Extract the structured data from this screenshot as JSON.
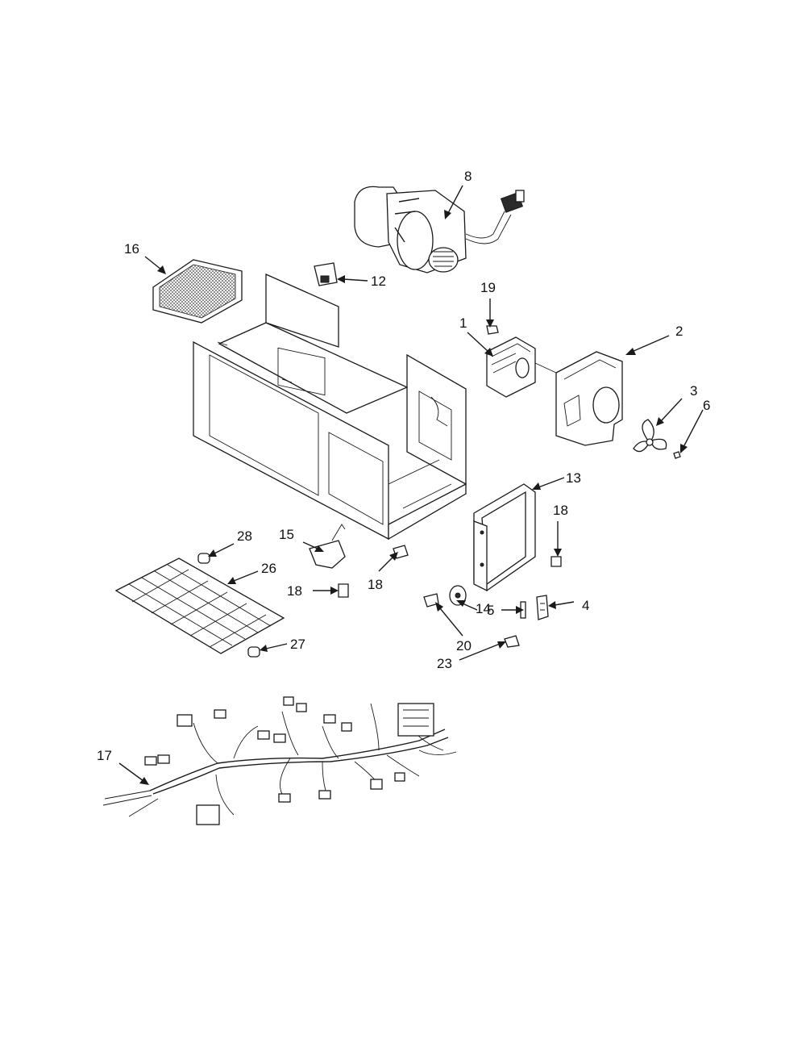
{
  "labels": {
    "l1": "1",
    "l2": "2",
    "l3": "3",
    "l4": "4",
    "l5": "5",
    "l6": "6",
    "l8": "8",
    "l12": "12",
    "l13": "13",
    "l14": "14",
    "l15": "15",
    "l16": "16",
    "l17": "17",
    "l18a": "18",
    "l18b": "18",
    "l18c": "18",
    "l19": "19",
    "l20": "20",
    "l23": "23",
    "l26": "26",
    "l27": "27",
    "l28": "28"
  }
}
